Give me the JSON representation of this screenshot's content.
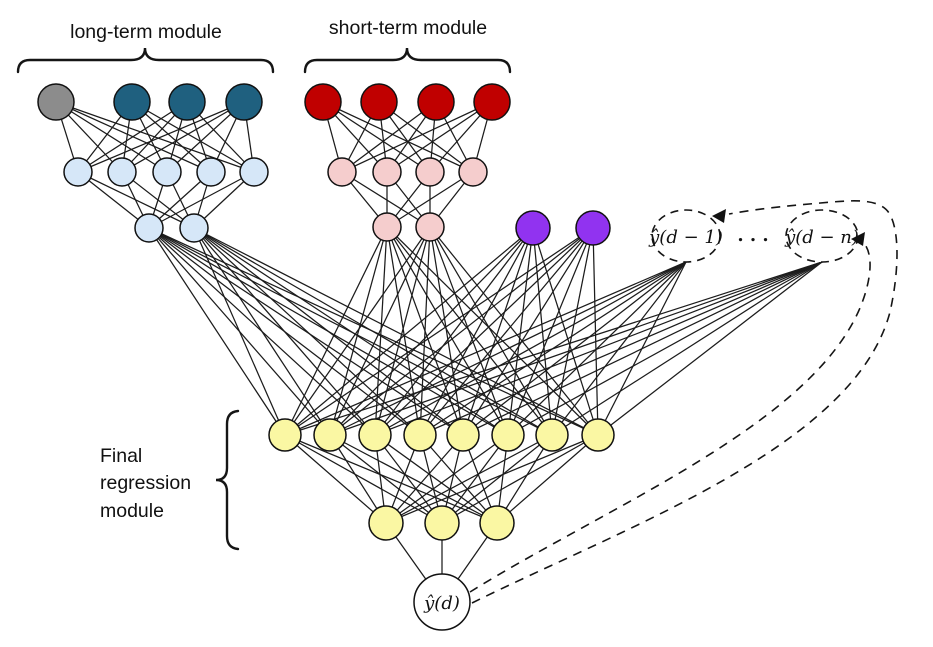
{
  "diagram": {
    "type": "neural-network-architecture",
    "labels": {
      "long_term_module": "long-term module",
      "short_term_module": "short-term module",
      "final_regression_line1": "Final",
      "final_regression_line2": "regression",
      "final_regression_line3": "module",
      "recurrent_input_1": "ŷ(d − 1)",
      "recurrent_input_n": "ŷ(d − n)",
      "ellipsis": ". . .",
      "output": "ŷ(d)"
    },
    "colors": {
      "gray_input": "#8C8C8C",
      "teal_input": "#1F607F",
      "light_blue_hidden": "#D6E7F8",
      "red_input": "#C00000",
      "pink_hidden": "#F5CDCD",
      "purple_input": "#9133F0",
      "yellow_hidden": "#FAF7A3",
      "output_fill": "#FFFFFF",
      "line": "#1C1C1C"
    },
    "structure": {
      "long_term_layers": [
        4,
        5,
        2
      ],
      "short_term_layers": [
        4,
        4,
        2
      ],
      "purple_feature_nodes": 2,
      "recurrent_feedback_nodes": 2,
      "final_regression_layers": [
        8,
        3,
        1
      ]
    }
  }
}
